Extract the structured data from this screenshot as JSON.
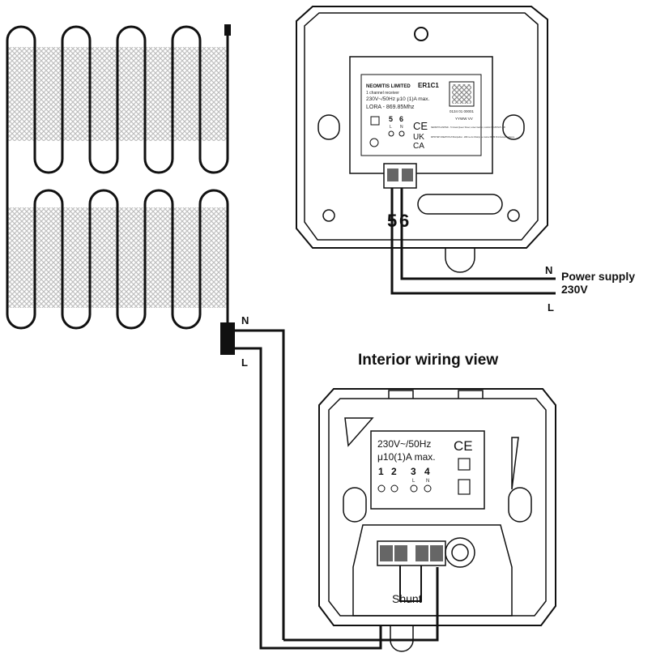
{
  "title": "Interior wiring view",
  "supply": {
    "label_line1": "Power supply",
    "label_line2": "230V",
    "n_label": "N",
    "l_label": "L"
  },
  "heater": {
    "n_label": "N",
    "l_label": "L"
  },
  "receiver": {
    "brand": "NEOMITIS LIMITED",
    "model": "ER1C1",
    "subtitle": "1 channel receiver",
    "rating": "230V~/50Hz μ10 (1)A max.",
    "radio": "LORA - 869.85Mhz",
    "terminal_5": "5",
    "terminal_6": "6",
    "terminal_5_sub": "L",
    "terminal_6_sub": "N",
    "code": "0134 01 00001",
    "date_code": "YYWW VV",
    "address": "NEOMITIS LIMITED - 74 Great Queen Street, Lower Garden, London WC2B 5AH - UK",
    "address2": "IMHOTEP CREATION ZI Montpellier - 298 rue du Champ de course 60580 Pont Évêque - France",
    "big_5": "5",
    "big_6": "6",
    "ce": "CE",
    "ukca_1": "UK",
    "ukca_2": "CA"
  },
  "thermostat": {
    "rating_line1": "230V~/50Hz",
    "rating_line2": "μ10(1)A max.",
    "t1": "1",
    "t2": "2",
    "t3": "3",
    "t4": "4",
    "t3_sub": "L",
    "t4_sub": "N",
    "ce": "CE",
    "shunt": "Shunt"
  }
}
